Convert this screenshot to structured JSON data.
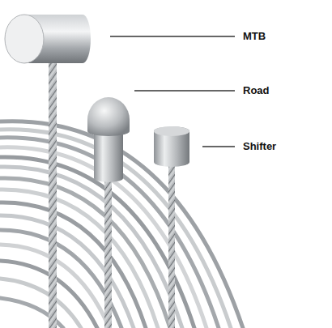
{
  "diagram": {
    "labels": [
      "MTB",
      "Road",
      "Shifter"
    ]
  }
}
